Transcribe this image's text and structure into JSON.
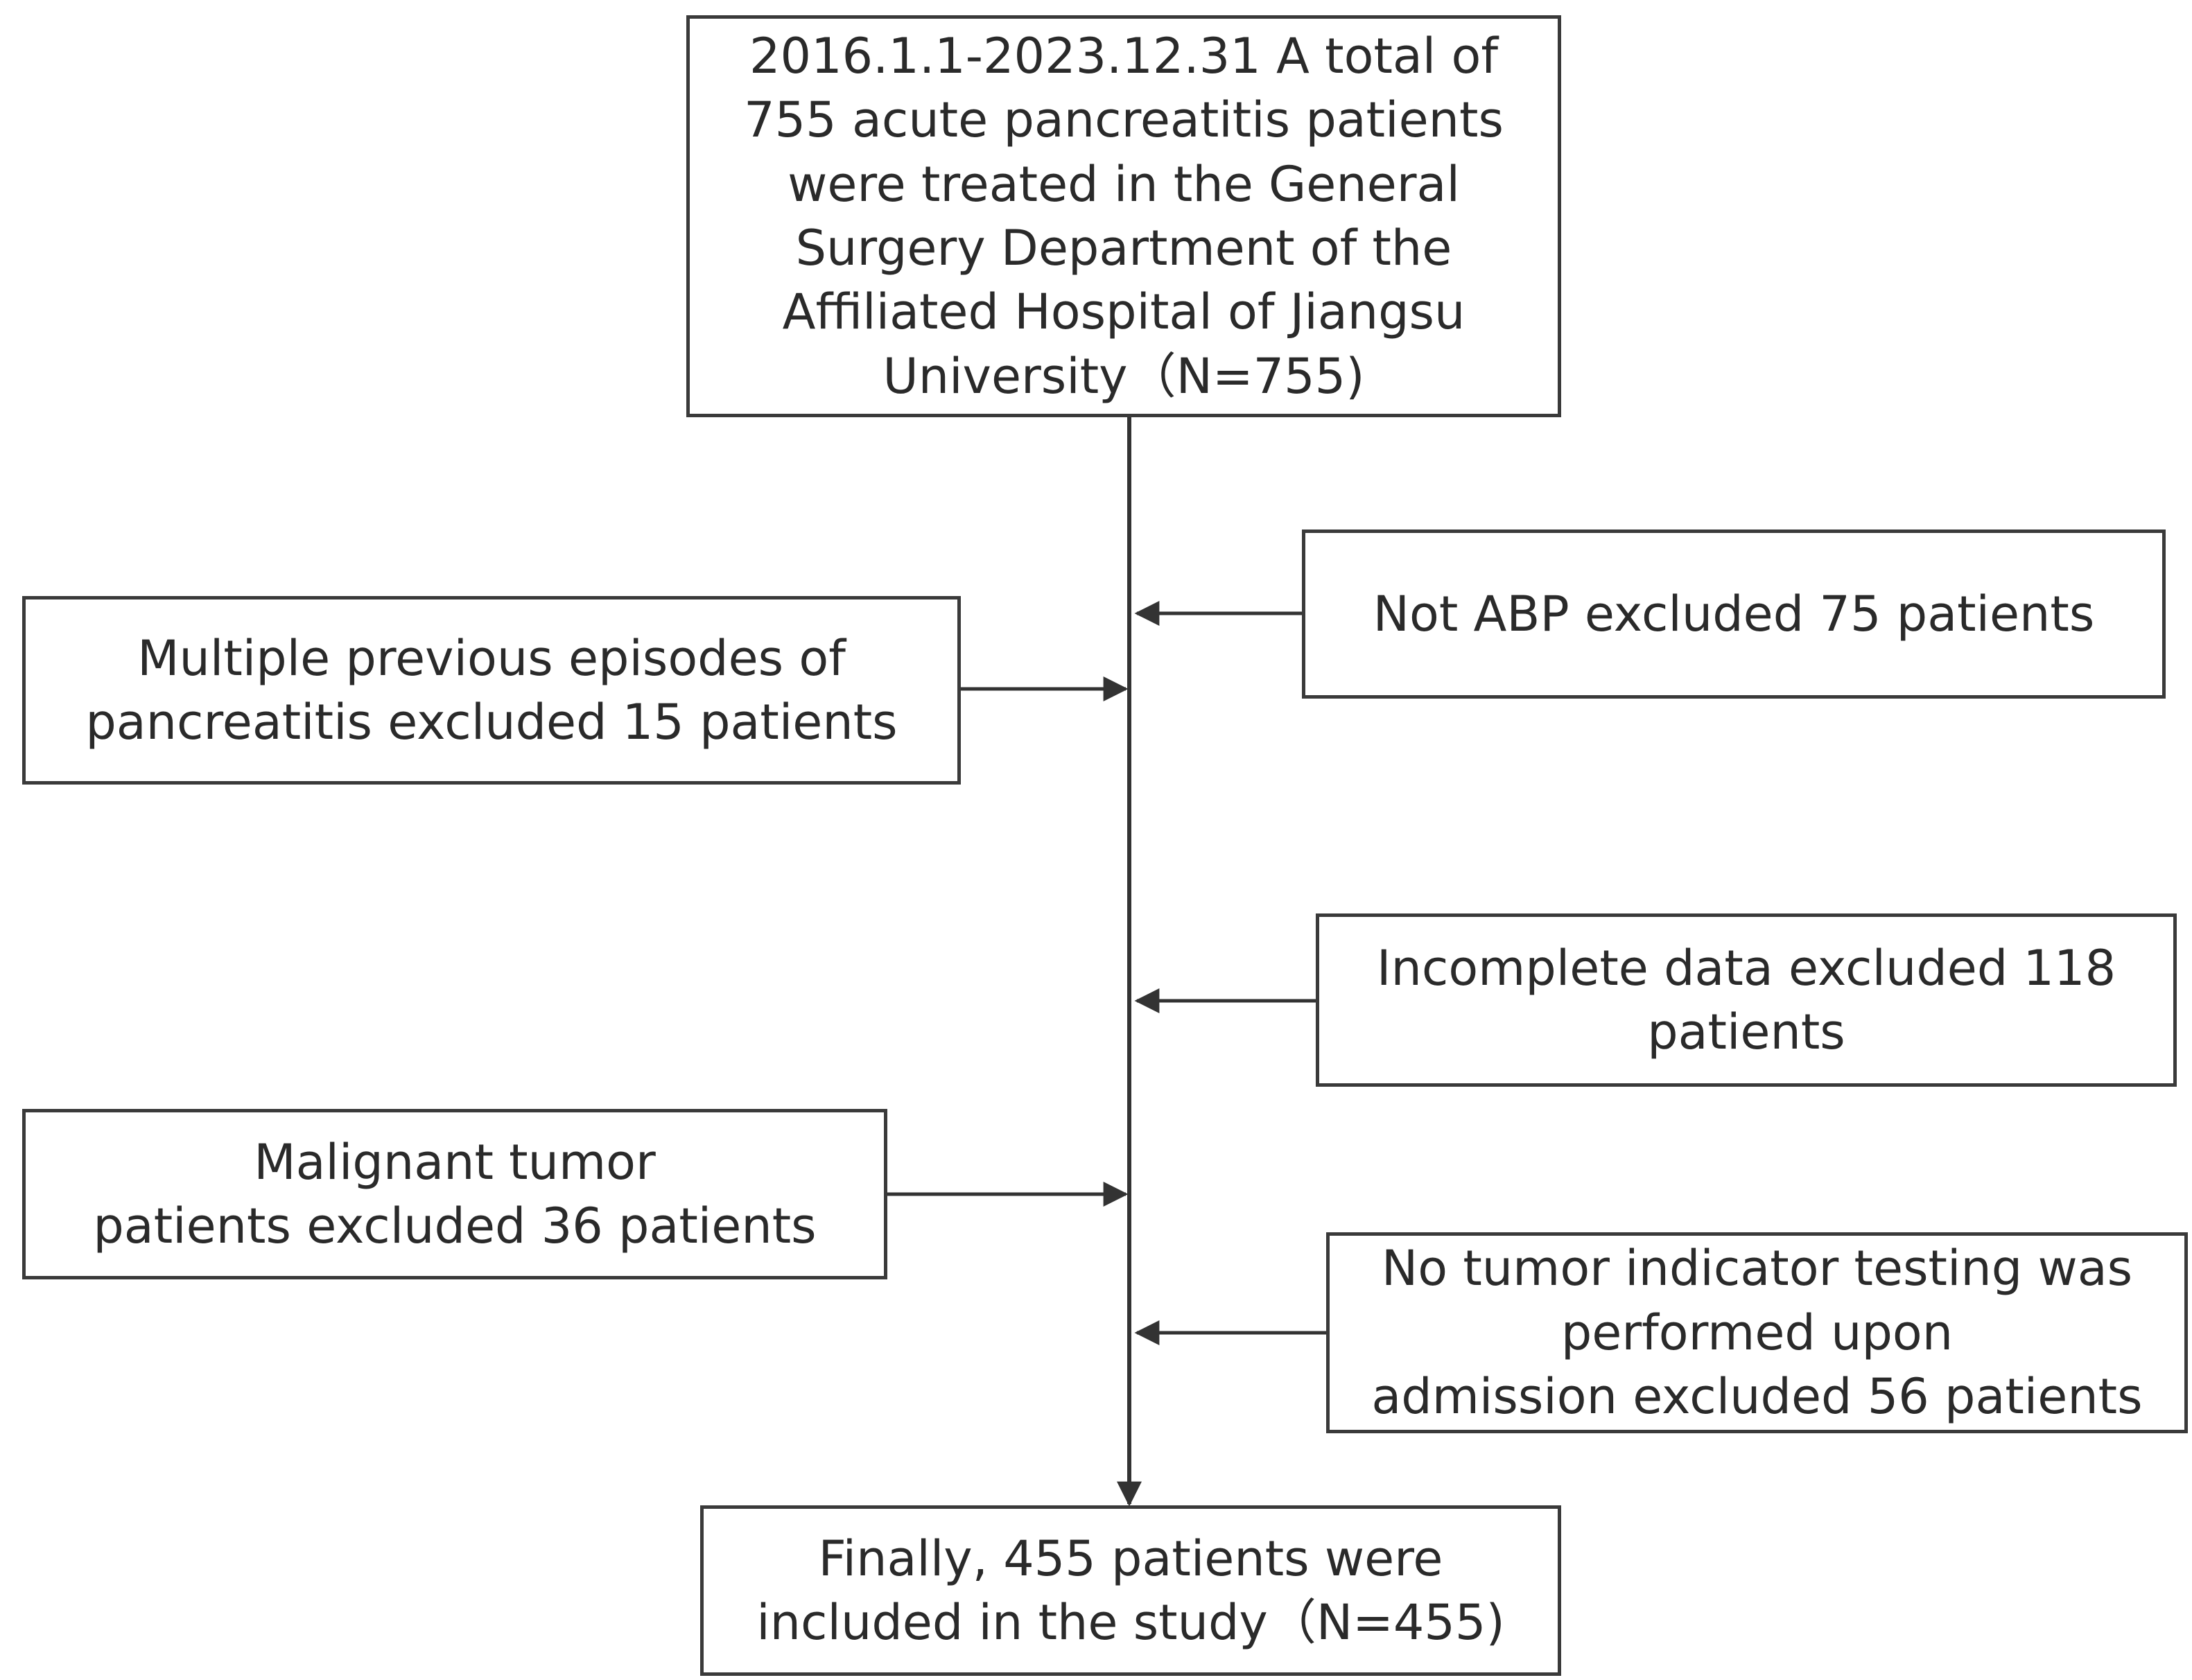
{
  "flow": {
    "start": "2016.1.1-2023.12.31  A total of\n755 acute pancreatitis patients\nwere treated in the General\nSurgery Department of the\nAffiliated Hospital of Jiangsu\nUniversity（N=755)",
    "exclusions": {
      "not_abp": "Not ABP excluded 75 patients",
      "multiple_episodes": "Multiple previous episodes of\npancreatitis excluded 15 patients",
      "incomplete_data": "Incomplete data excluded 118\npatients",
      "malignant_tumor": "Malignant tumor\npatients excluded 36 patients",
      "no_tumor_indicator": "No tumor indicator testing was\nperformed upon\nadmission excluded 56 patients"
    },
    "final": "Finally, 455 patients were\nincluded in the study（N=455)"
  },
  "colors": {
    "line": "#333333",
    "border": "#3a3a3a",
    "text": "#2a2a2a"
  }
}
